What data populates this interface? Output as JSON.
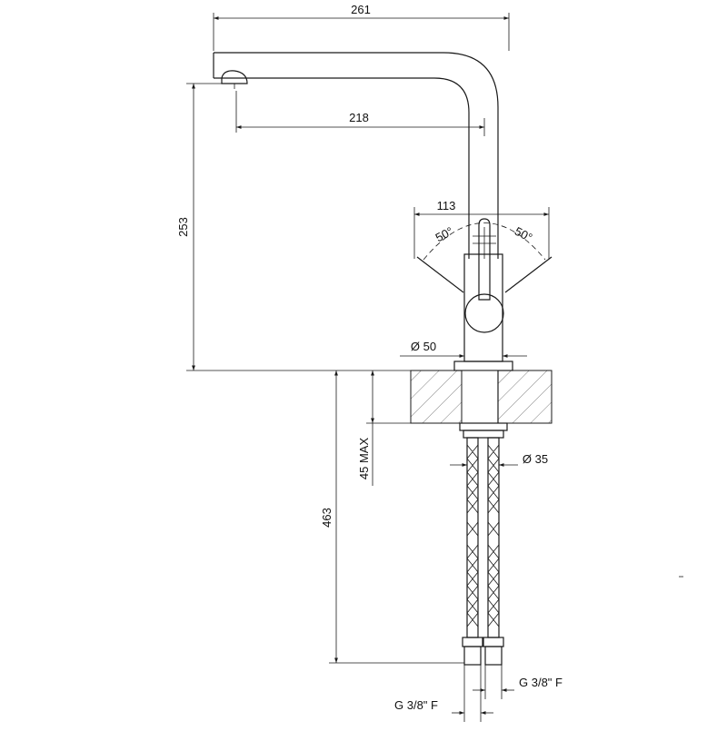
{
  "drawing": {
    "dimensions": {
      "overall_reach": "261",
      "spout_reach": "218",
      "lever_width": "113",
      "height_above_deck": "253",
      "body_diameter": "Ø 50",
      "max_deck_thickness": "45 MAX",
      "hose_length": "463",
      "shank_diameter": "Ø 35"
    },
    "lever_angles": {
      "left": "50°",
      "right": "50°"
    },
    "connections": {
      "right": "G 3/8\" F",
      "left": "G 3/8\" F"
    },
    "colors": {
      "line": "#1a1a1a",
      "background": "#ffffff"
    }
  }
}
